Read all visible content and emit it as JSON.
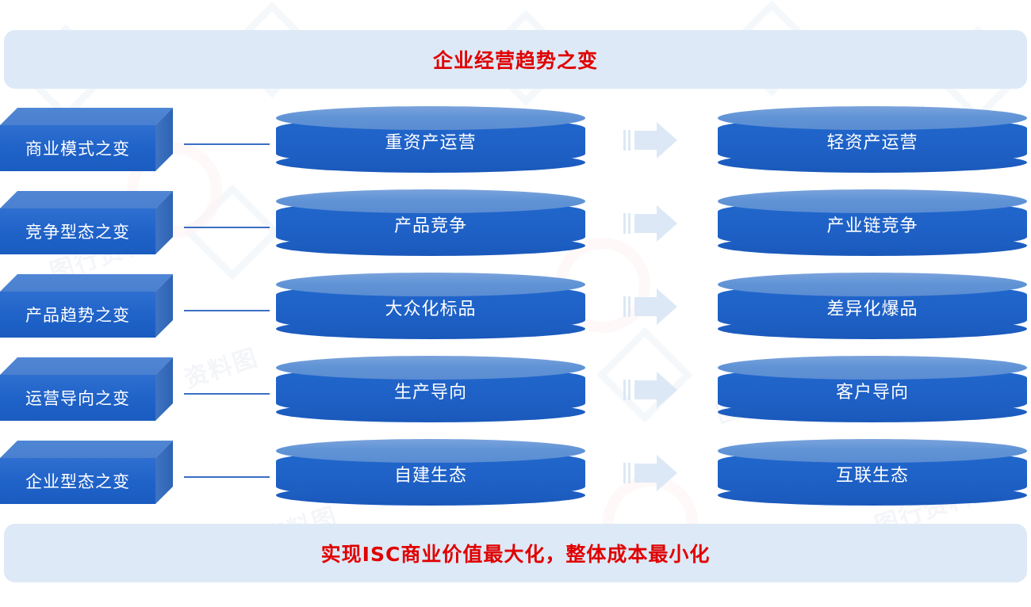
{
  "header": {
    "title": "企业经营趋势之变",
    "title_color": "#e00000",
    "bar_color": "#dde9f6"
  },
  "footer": {
    "title": "实现ISC商业价值最大化，整体成本最小化",
    "title_color": "#e00000",
    "bar_color": "#dde9f6"
  },
  "theme": {
    "cylinder_body": "#1f62c8",
    "cylinder_top": "#5b8cd2",
    "box_front": "#1f62c8",
    "box_top": "#4a80cf",
    "box_side": "#2e63b3",
    "arrow": "#dce8f5",
    "connector": "#3a6fc4",
    "text_on_blue": "#ffffff"
  },
  "rows": [
    {
      "category": "商业模式之变",
      "from": "重资产运营",
      "arrow": "right-arrow-icon",
      "to": "轻资产运营"
    },
    {
      "category": "竞争型态之变",
      "from": "产品竞争",
      "arrow": "right-arrow-icon",
      "to": "产业链竞争"
    },
    {
      "category": "产品趋势之变",
      "from": "大众化标品",
      "arrow": "right-arrow-icon",
      "to": "差异化爆品"
    },
    {
      "category": "运营导向之变",
      "from": "生产导向",
      "arrow": "right-arrow-icon",
      "to": "客户导向"
    },
    {
      "category": "企业型态之变",
      "from": "自建生态",
      "arrow": "right-arrow-icon",
      "to": "互联生态"
    }
  ],
  "watermarks": [
    "图行资料",
    "资料图",
    "图行资料",
    "资料图",
    "图行资料",
    "资料图",
    "图行资料",
    "资料图",
    "图行资料",
    "资料图"
  ]
}
